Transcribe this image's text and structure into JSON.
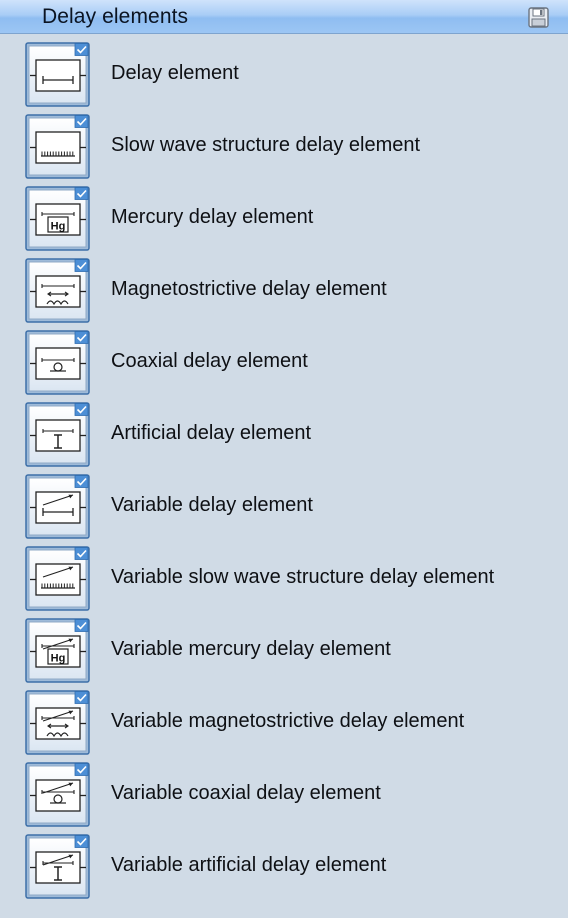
{
  "panel": {
    "title": "Delay elements",
    "items": [
      {
        "label": "Delay element",
        "icon": "delay-icon",
        "kind": "plain",
        "variable": false
      },
      {
        "label": "Slow wave structure delay element",
        "icon": "slow-wave-delay-icon",
        "kind": "comb",
        "variable": false
      },
      {
        "label": "Mercury delay element",
        "icon": "mercury-delay-icon",
        "kind": "hg",
        "hg_text": "Hg",
        "variable": false
      },
      {
        "label": "Magnetostrictive delay element",
        "icon": "magnetostrictive-delay-icon",
        "kind": "magneto",
        "variable": false
      },
      {
        "label": "Coaxial delay element",
        "icon": "coaxial-delay-icon",
        "kind": "coax",
        "variable": false
      },
      {
        "label": "Artificial delay element",
        "icon": "artificial-delay-icon",
        "kind": "artificial",
        "variable": false
      },
      {
        "label": "Variable delay element",
        "icon": "variable-delay-icon",
        "kind": "plain",
        "variable": true
      },
      {
        "label": "Variable slow wave structure delay element",
        "icon": "variable-slow-wave-delay-icon",
        "kind": "comb",
        "variable": true
      },
      {
        "label": "Variable mercury delay element",
        "icon": "variable-mercury-delay-icon",
        "kind": "hg",
        "hg_text": "Hg",
        "variable": true
      },
      {
        "label": "Variable magnetostrictive delay element",
        "icon": "variable-magnetostrictive-delay-icon",
        "kind": "magneto",
        "variable": true
      },
      {
        "label": "Variable coaxial delay element",
        "icon": "variable-coaxial-delay-icon",
        "kind": "coax",
        "variable": true
      },
      {
        "label": "Variable artificial delay element",
        "icon": "variable-artificial-delay-icon",
        "kind": "artificial",
        "variable": true
      }
    ]
  },
  "colors": {
    "background": "#d0dbe6",
    "header_gradient_top": "#cfe3fb",
    "header_gradient_bottom": "#8fbdf1",
    "tile_border": "#3d6fa8",
    "tile_fill": "#f4f7fb",
    "check_badge": "#4d8fd6"
  }
}
